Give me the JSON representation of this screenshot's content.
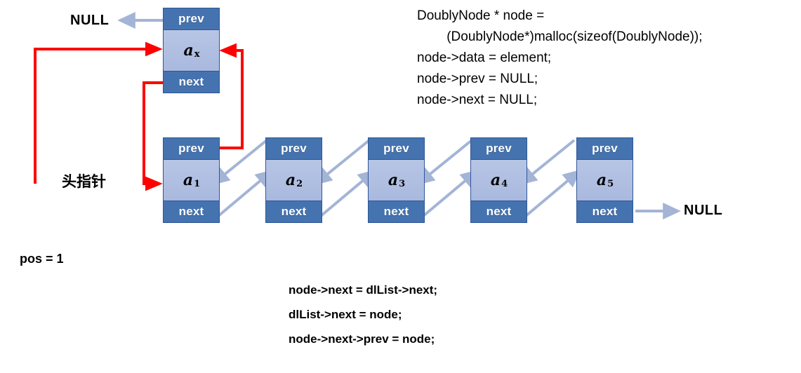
{
  "diagram": {
    "title_text": "doubly linked list insertion at head",
    "colors": {
      "node_header": "#4573B0",
      "node_data": "#AFBEE0",
      "node_border": "#2F5597",
      "pointer_red": "#FF0000",
      "pointer_blue": "#A3B4D6",
      "text": "#000000",
      "background": "#FFFFFF"
    },
    "field_labels": {
      "prev": "prev",
      "next": "next"
    },
    "new_node": {
      "prev_label": "prev",
      "data_label": "a",
      "data_sub": "x",
      "next_label": "next"
    },
    "list_nodes": [
      {
        "prev_label": "prev",
        "data_label": "a",
        "data_sub": "1",
        "next_label": "next"
      },
      {
        "prev_label": "prev",
        "data_label": "a",
        "data_sub": "2",
        "next_label": "next"
      },
      {
        "prev_label": "prev",
        "data_label": "a",
        "data_sub": "3",
        "next_label": "next"
      },
      {
        "prev_label": "prev",
        "data_label": "a",
        "data_sub": "4",
        "next_label": "next"
      },
      {
        "prev_label": "prev",
        "data_label": "a",
        "data_sub": "5",
        "next_label": "next"
      }
    ],
    "labels": {
      "null_top": "NULL",
      "null_right": "NULL",
      "head_pointer": "头指针",
      "pos": "pos = 1"
    },
    "code_top": "DoublyNode * node =\n        (DoublyNode*)malloc(sizeof(DoublyNode));\nnode->data = element;\nnode->prev = NULL;\nnode->next = NULL;",
    "code_bottom": "node->next = dlList->next;\ndlList->next = node;\nnode->next->prev = node;"
  }
}
